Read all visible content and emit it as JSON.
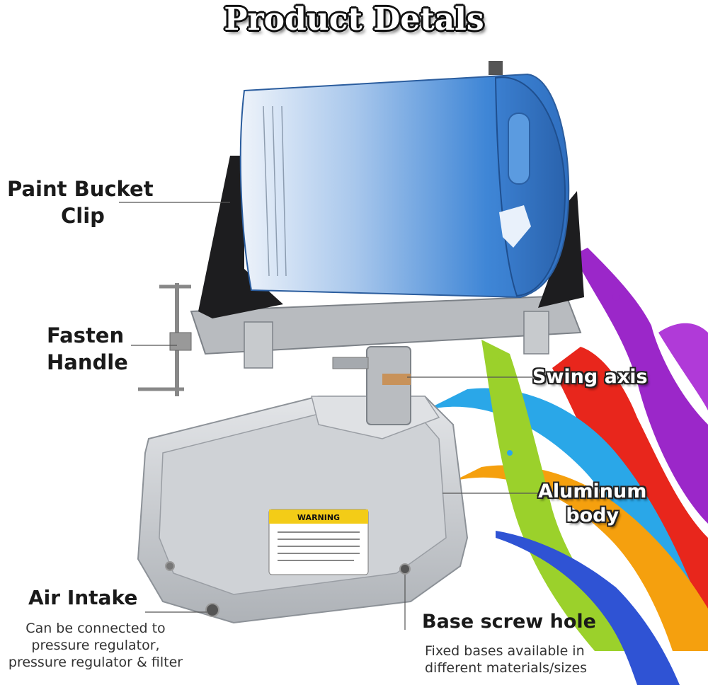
{
  "title": "Product Detals",
  "labels": {
    "paint_bucket_clip": [
      "Paint Bucket",
      "Clip"
    ],
    "fasten_handle": [
      "Fasten",
      "Handle"
    ],
    "swing_axis": "Swing axis",
    "aluminum_body": [
      "Aluminum",
      "body"
    ],
    "air_intake": "Air Intake",
    "air_intake_desc": [
      "Can be connected to",
      "pressure regulator,",
      "pressure regulator & filter"
    ],
    "base_screw_hole": "Base screw hole",
    "base_screw_hole_desc": [
      "Fixed bases available in",
      "different materials/sizes"
    ]
  },
  "warning_label": "WARNING",
  "colors": {
    "bucket_blue": "#3f86d6",
    "aluminum": "#c9ccd0",
    "clip_black": "#1d1d1f",
    "splash": [
      "#9b27c9",
      "#e8261c",
      "#f5a00e",
      "#9bd12b",
      "#2aa7e8",
      "#2f53d4"
    ]
  }
}
